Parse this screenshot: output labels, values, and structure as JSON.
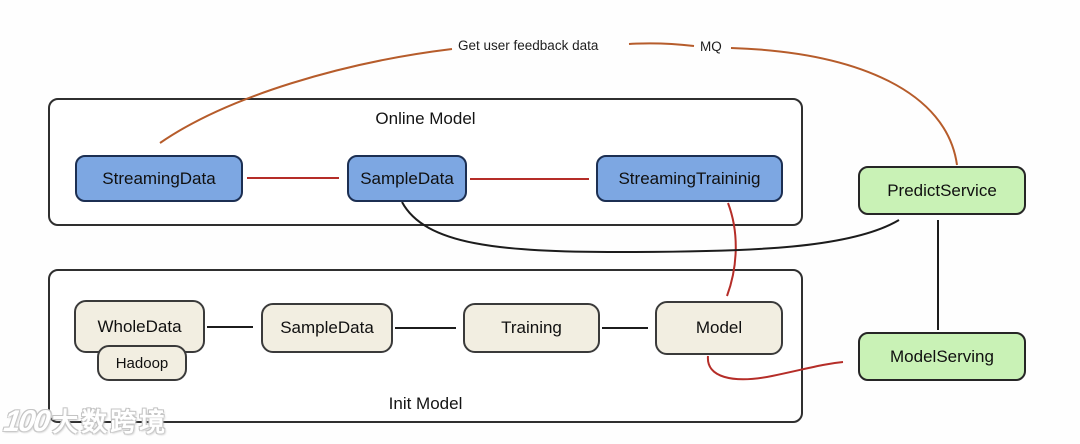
{
  "online_model": {
    "title": "Online Model",
    "nodes": {
      "streaming_data": "StreamingData",
      "sample_data": "SampleData",
      "streaming_training": "StreamingTraininig"
    }
  },
  "init_model": {
    "title": "Init Model",
    "nodes": {
      "whole_data": "WholeData",
      "hadoop": "Hadoop",
      "sample_data": "SampleData",
      "training": "Training",
      "model": "Model"
    }
  },
  "services": {
    "predict": "PredictService",
    "serving": "ModelServing"
  },
  "annotations": {
    "feedback": "Get user feedback data",
    "mq": "MQ"
  },
  "watermark": {
    "logo": "100",
    "text": "大数跨境"
  },
  "colors": {
    "node_blue": "#7da7e2",
    "node_blue_border": "#1c2f52",
    "node_beige": "#f2eee1",
    "node_green": "#c9f2b6",
    "arrow_red": "#b52d28",
    "arrow_black": "#1c1c1c",
    "arrow_orange": "#b65c2b"
  },
  "edges": [
    {
      "from": "PredictService",
      "to": "StreamingData",
      "color": "orange",
      "via": "MQ, Get user feedback data"
    },
    {
      "from": "StreamingData",
      "to": "SampleData",
      "color": "red"
    },
    {
      "from": "SampleData",
      "to": "StreamingTraininig",
      "color": "red"
    },
    {
      "from": "StreamingTraininig",
      "to": "Model",
      "color": "red"
    },
    {
      "from": "Model",
      "to": "ModelServing",
      "color": "red"
    },
    {
      "from": "SampleData(online)",
      "to": "PredictService",
      "color": "black"
    },
    {
      "from": "ModelServing",
      "to": "PredictService",
      "color": "black"
    },
    {
      "from": "WholeData",
      "to": "SampleData",
      "color": "black"
    },
    {
      "from": "SampleData",
      "to": "Training",
      "color": "black"
    },
    {
      "from": "Training",
      "to": "Model",
      "color": "black"
    }
  ]
}
